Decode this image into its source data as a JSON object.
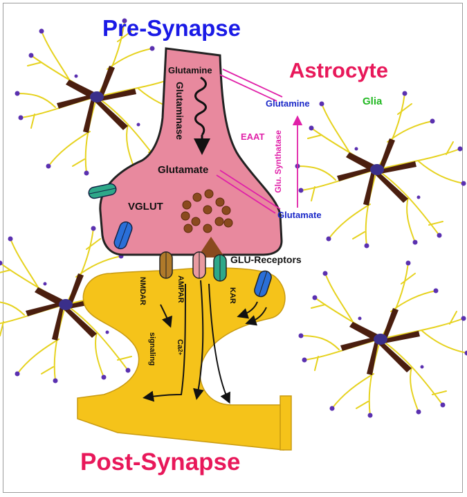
{
  "titles": {
    "pre_synapse": "Pre-Synapse",
    "astrocyte": "Astrocyte",
    "post_synapse": "Post-Synapse"
  },
  "labels": {
    "glutamine_pre": "Glutamine",
    "glutaminase": "Glutaminase",
    "glutamate_pre": "Glutamate",
    "vglut": "VGLUT",
    "glutamine_astro": "Glutamine",
    "glia": "Glia",
    "eaat": "EAAT",
    "glu_synthatase": "Glu. Synthatase",
    "glutamate_astro": "Glutamate",
    "glu_receptors": "GLU-Receptors",
    "nmdar": "NMDAR",
    "ampar": "AMPAR",
    "kar": "KAR",
    "signaling": "signaling",
    "ca2": "Ca",
    "ca2_sup": "2+"
  },
  "colors": {
    "presynapse_fill": "#e8899e",
    "postsynapse_fill": "#f5c31a",
    "vesicle": "#8a4a1e",
    "astrocyte_branch": "#e6d21e",
    "astrocyte_body": "#4a1e0f",
    "pink_arrow": "#e020a8",
    "receptor_teal": "#2ea889",
    "receptor_blue": "#2a6fd8",
    "receptor_brown": "#b07a2a",
    "receptor_pink": "#e99aa0"
  }
}
